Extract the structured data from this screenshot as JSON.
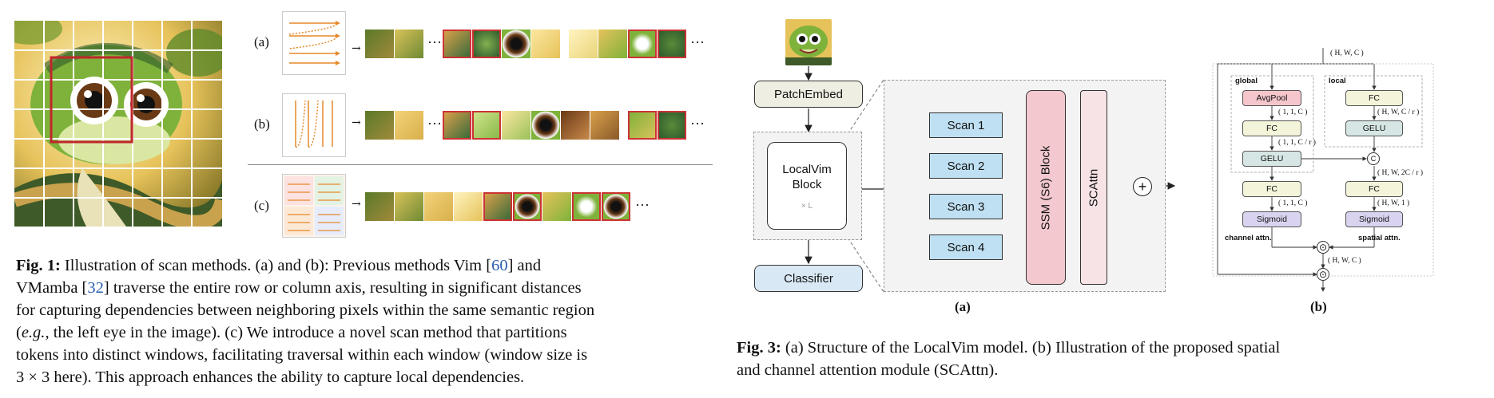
{
  "fig1": {
    "row_labels": [
      "(a)",
      "(b)",
      "(c)"
    ],
    "ellipsis": "···",
    "caption": {
      "label": "Fig. 1:",
      "l1a": " Illustration of scan methods. (a) and (b): Previous methods Vim [",
      "cite1": "60",
      "l1b": "] and",
      "l2a": "VMamba [",
      "cite2": "32",
      "l2b": "] traverse the entire row or column axis, resulting in significant distances",
      "l3": "for capturing dependencies between neighboring pixels within the same semantic region",
      "l4a": "(",
      "l4em": "e.g.",
      "l4b": ", the left eye in the image). (c) We introduce a novel scan method that partitions",
      "l5": "tokens into distinct windows, facilitating traversal within each window (window size is",
      "l6": "3 × 3 here). This approach enhances the ability to capture local dependencies."
    }
  },
  "fig3a": {
    "patch_embed": "PatchEmbed",
    "localvim_block": "LocalVim\nBlock",
    "times_l": "× L",
    "classifier": "Classifier",
    "scans": [
      "Scan 1",
      "Scan 2",
      "Scan 3",
      "Scan 4"
    ],
    "ssm": "SSM (S6) Block",
    "scattn": "SCAttn",
    "plus": "+",
    "sublabel": "(a)"
  },
  "fig3b": {
    "input_shape": "( H, W, C )",
    "global_label": "global",
    "local_label": "local",
    "avgpool": "AvgPool",
    "fc": "FC",
    "gelu": "GELU",
    "sigmoid": "Sigmoid",
    "concat": "C",
    "s_11c": "( 1, 1, C )",
    "s_11cr": "( 1, 1, C / r )",
    "s_hwcr": "( H, W, C / r )",
    "s_hw2cr": "( H, W, 2C / r )",
    "s_11c2": "( 1, 1, C )",
    "s_hw1": "( H, W, 1 )",
    "channel_attn": "channel attn.",
    "spatial_attn": "spatial attn.",
    "out_shape": "( H, W, C )",
    "sublabel": "(b)"
  },
  "fig3_caption": {
    "label": "Fig. 3:",
    "l1": " (a) Structure of the LocalVim model. (b) Illustration of the proposed spatial",
    "l2": "and channel attention module (SCAttn)."
  },
  "colors": {
    "patch_embed": "#efeee2",
    "classifier": "#d9e8f5",
    "scan": "#bfe0f2",
    "ssm": "#f3c9cf",
    "scattn": "#f7e3e5",
    "avgpool": "#f5c6cc",
    "fc": "#f3f4d9",
    "gelu": "#d6e6e4",
    "sigmoid": "#d9d3f0"
  }
}
